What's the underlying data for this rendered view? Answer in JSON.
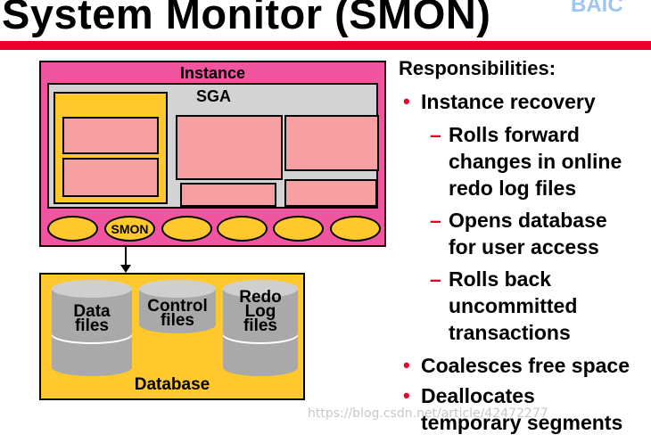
{
  "title": "System Monitor (SMON)",
  "logo_fragment": "BAiC",
  "diagram": {
    "instance_label": "Instance",
    "sga_label": "SGA",
    "process_labels": [
      "",
      "SMON",
      "",
      "",
      "",
      ""
    ],
    "database_label": "Database",
    "files": {
      "data": [
        "Data",
        "files"
      ],
      "control": [
        "Control",
        "files"
      ],
      "redo": [
        "Redo",
        "Log",
        "files"
      ]
    }
  },
  "responsibilities": {
    "heading": "Responsibilities:",
    "item1": "Instance recovery",
    "sub1": [
      "Rolls forward",
      "changes in online",
      "redo log files"
    ],
    "sub2": [
      "Opens database",
      "for user access"
    ],
    "sub3": [
      "Rolls back",
      "uncommitted",
      "transactions"
    ],
    "item2": "Coalesces free space",
    "item3": [
      "Deallocates",
      "temporary segments"
    ]
  },
  "watermark": "https://blog.csdn.net/article/42472277",
  "colors": {
    "accent": "#e8002a",
    "instance": "#f0569f",
    "yellow": "#ffc82d",
    "pink": "#f7a0a4",
    "gray": "#d3d3d3"
  }
}
